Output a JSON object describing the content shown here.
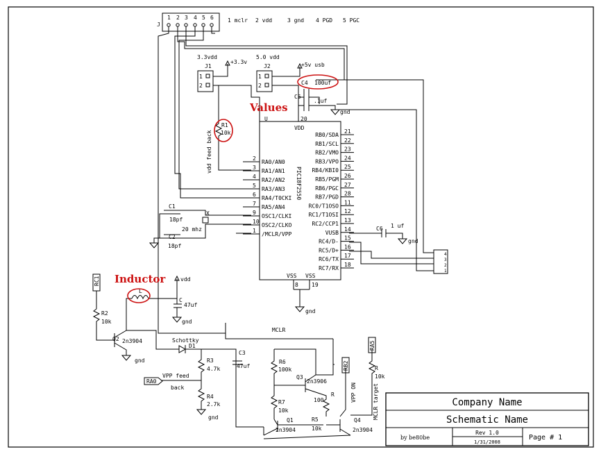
{
  "connector_j": {
    "ref": "J",
    "pins": [
      "1",
      "2",
      "3",
      "4",
      "5",
      "6"
    ],
    "legend": [
      "1 mclr",
      "2 vdd",
      "3 gnd",
      "4 PGD",
      "5 PGC"
    ]
  },
  "power_select": {
    "label_33": "3.3vdd",
    "label_50": "5.0 vdd",
    "j1_ref": "J1",
    "j2_ref": "J2",
    "rail_33": "+3.3v",
    "rail_5v": "+5v usb",
    "pin1": "1",
    "pin2": "2"
  },
  "caps_top": {
    "c4_ref": "C4",
    "c4_val": "100uf",
    "c5_ref": "C5",
    "c5_val": ".1uf",
    "gnd": "gnd"
  },
  "r1": {
    "ref": "R1",
    "val": "10k",
    "net": "vdd feed back"
  },
  "mcu": {
    "ref": "U",
    "part": "PIC18F2550",
    "vdd_label": "VDD",
    "vdd_pin": "20",
    "vss_label_1": "VSS",
    "vss_label_2": "VSS",
    "vss_pin_1": "8",
    "vss_pin_2": "19",
    "gnd": "gnd",
    "left_pins": [
      {
        "num": "2",
        "name": "RA0/AN0"
      },
      {
        "num": "3",
        "name": "RA1/AN1"
      },
      {
        "num": "4",
        "name": "RA2/AN2"
      },
      {
        "num": "5",
        "name": "RA3/AN3"
      },
      {
        "num": "6",
        "name": "RA4/T0CKI"
      },
      {
        "num": "7",
        "name": "RA5/AN4"
      },
      {
        "num": "9",
        "name": "OSC1/CLKI"
      },
      {
        "num": "10",
        "name": "OSC2/CLKO"
      },
      {
        "num": "1",
        "name": "/MCLR/VPP"
      }
    ],
    "right_pins": [
      {
        "num": "21",
        "name": "RB0/SDA"
      },
      {
        "num": "22",
        "name": "RB1/SCL"
      },
      {
        "num": "23",
        "name": "RB2/VMO"
      },
      {
        "num": "24",
        "name": "RB3/VPO"
      },
      {
        "num": "25",
        "name": "RB4/KBI0"
      },
      {
        "num": "26",
        "name": "RB5/PGM"
      },
      {
        "num": "27",
        "name": "RB6/PGC"
      },
      {
        "num": "28",
        "name": "RB7/PGD"
      },
      {
        "num": "11",
        "name": "RC0/T1OSO"
      },
      {
        "num": "12",
        "name": "RC1/T1OSI"
      },
      {
        "num": "13",
        "name": "RC2/CCP1"
      },
      {
        "num": "14",
        "name": "VUSB"
      },
      {
        "num": "15",
        "name": "RC4/D-"
      },
      {
        "num": "16",
        "name": "RC5/D+"
      },
      {
        "num": "17",
        "name": "RC6/TX"
      },
      {
        "num": "18",
        "name": "RC7/RX"
      }
    ]
  },
  "oscillator": {
    "c1_ref": "C1",
    "c1_val": "18pf",
    "c2_ref": "C2",
    "c2_val": "18pf",
    "x_ref": "X",
    "x_val": "20 mhz"
  },
  "c6": {
    "ref": "C6",
    "val": "1 uf",
    "gnd": "gnd"
  },
  "usb": {
    "pins": [
      "4",
      "3",
      "2",
      "1"
    ]
  },
  "vpp_section": {
    "rc1": "RC1",
    "r2_ref": "R2",
    "r2_val": "10k",
    "q2_ref": "Q2",
    "q2_type": "2n3904",
    "inductor_ref": "L",
    "c_ref": "C",
    "c_val": "47uf",
    "vdd": "vdd",
    "gnd1": "gnd",
    "gnd2": "gnd",
    "gnd3": "gnd",
    "schottky": "Schottky",
    "d1": "D1",
    "r3_ref": "R3",
    "r3_val": "4.7k",
    "vpp_feed": "VPP feed",
    "vpp_back": "back",
    "ra0": "RA0",
    "r4_ref": "R4",
    "r4_val": "2.7k",
    "c3_ref": "C3",
    "c3_val": "47uf",
    "r6_ref": "R6",
    "r6_val": "100k",
    "q3_ref": "Q3",
    "q3_type": "2n3906",
    "r_ref": "R",
    "r_val": "100",
    "r7_ref": "R7",
    "r7_val": "10k",
    "q1_ref": "Q1",
    "q1_type": "2n3904",
    "r5_ref": "R5",
    "r5_val": "10k",
    "q4_ref": "Q4",
    "q4_type": "2n3904",
    "rb2": "RB2",
    "vpp_on": "VPP ON",
    "ra5": "RA5",
    "r_target_ref": "R",
    "r_target_val": "10k",
    "mclr_target": "MCLR target",
    "mclr_net": "MCLR"
  },
  "annotations": {
    "values": "Values",
    "inductor": "Inductor"
  },
  "title_block": {
    "company": "Company Name",
    "schematic": "Schematic Name",
    "author": "by be80be",
    "rev": "Rev 1.0",
    "date": "1/31/2008",
    "page": "Page # 1"
  }
}
